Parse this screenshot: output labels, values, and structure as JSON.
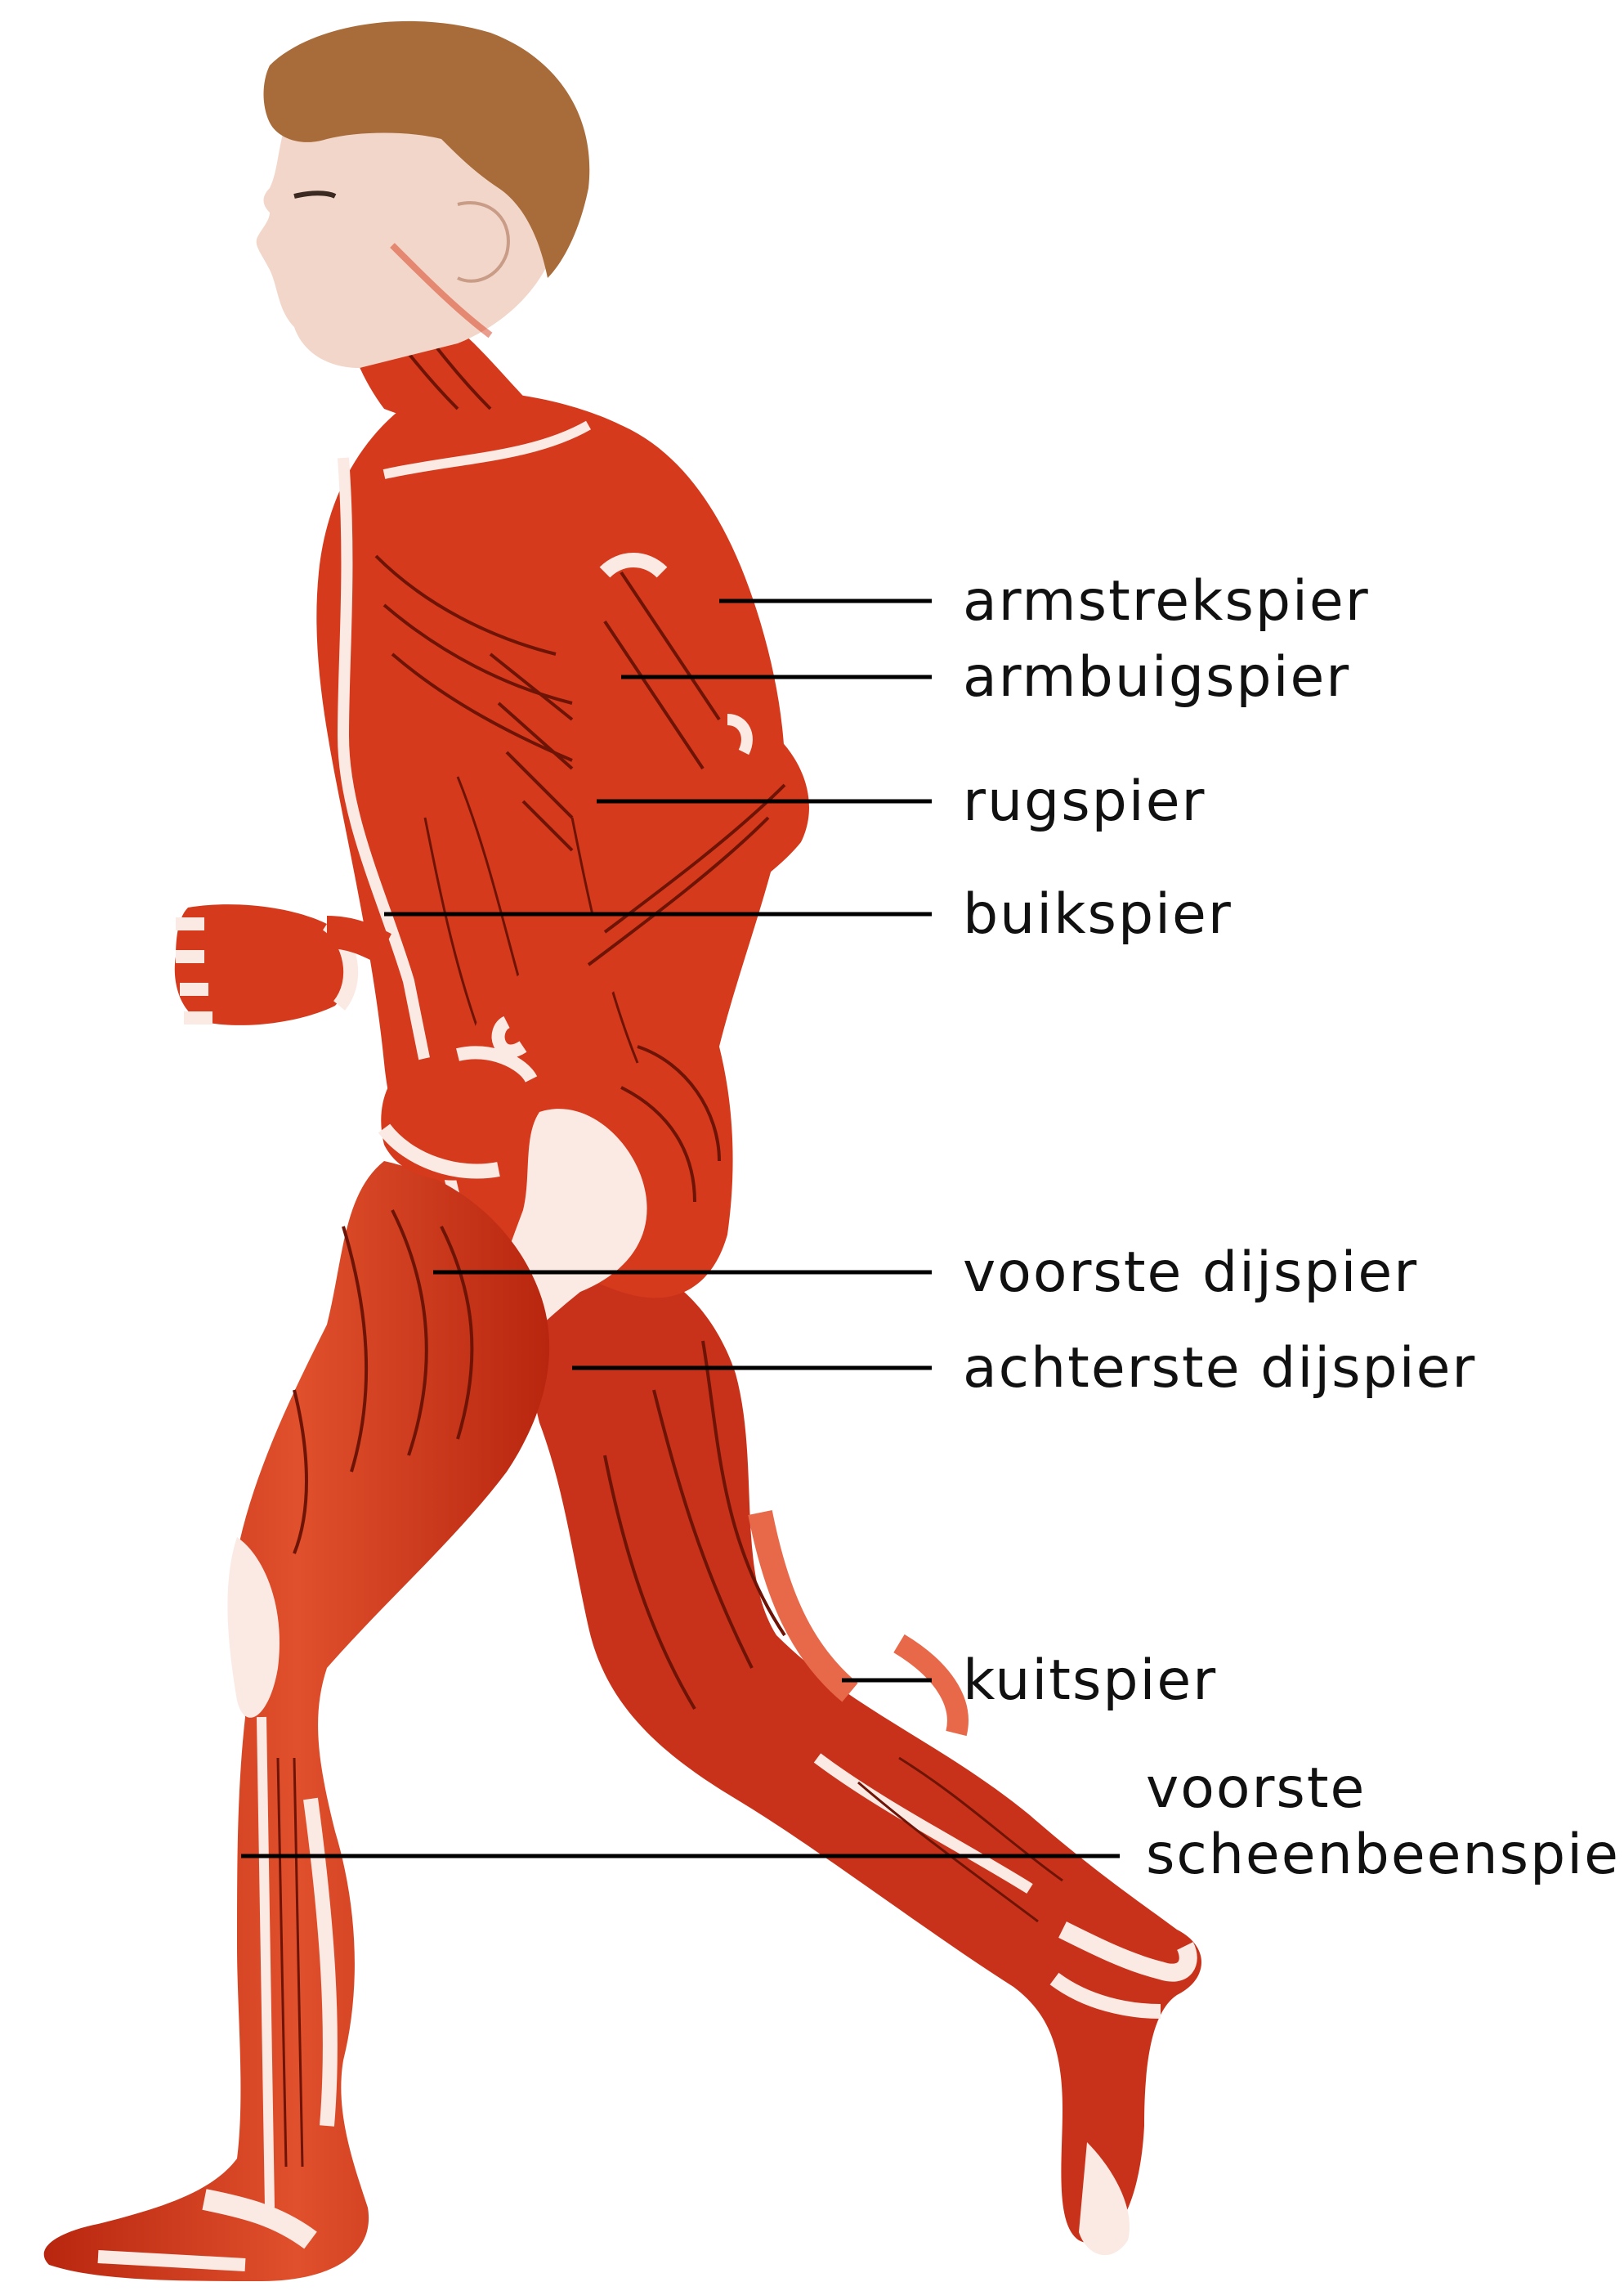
{
  "colors": {
    "muscle": "#d63a1c",
    "muscle_dark": "#a8200c",
    "muscle_light": "#e8694a",
    "tendon": "#fbe9e4",
    "fiber": "#6e1407",
    "skin": "#f2d6c9",
    "hair": "#a86b3a",
    "leader": "#000000",
    "text": "#111111"
  },
  "labels": [
    {
      "text": "armstrekspier"
    },
    {
      "text": "armbuigspier"
    },
    {
      "text": "rugspier"
    },
    {
      "text": "buikspier"
    },
    {
      "text": "voorste dijspier"
    },
    {
      "text": "achterste dijspier"
    },
    {
      "text": "kuitspier"
    },
    {
      "text": "voorste",
      "text2": "scheenbeenspier"
    }
  ]
}
